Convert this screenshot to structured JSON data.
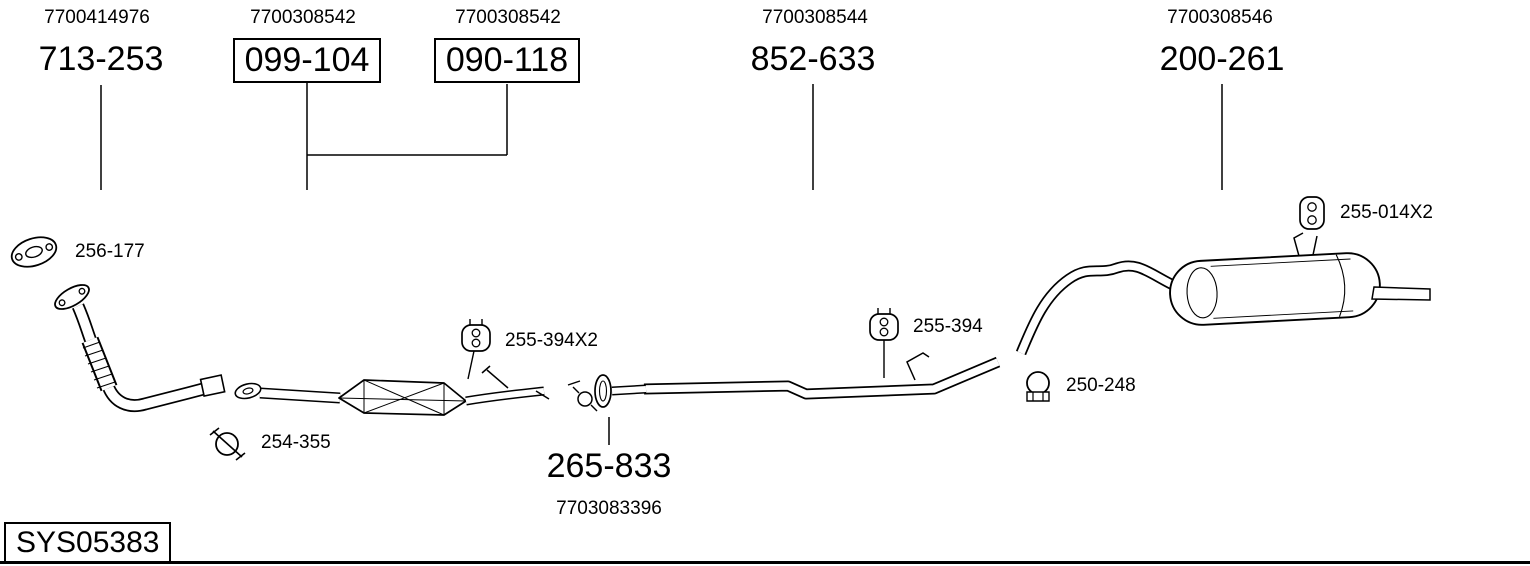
{
  "system_code": "SYS05383",
  "columns": [
    {
      "oem": "7700414976",
      "part": "713-253",
      "boxed": false
    },
    {
      "oem": "7700308542",
      "part": "099-104",
      "boxed": true
    },
    {
      "oem": "7700308542",
      "part": "090-118",
      "boxed": true
    },
    {
      "oem": "7700308544",
      "part": "852-633",
      "boxed": false
    },
    {
      "oem": "7700308546",
      "part": "200-261",
      "boxed": false
    }
  ],
  "callouts": {
    "gasket": "256-177",
    "clamp_front": "254-355",
    "hanger_mid": "255-394X2",
    "bracket": "265-833",
    "bracket_oem": "7703083396",
    "hanger_rear": "255-394",
    "clamp_rear": "250-248",
    "hanger_muffler": "255-014X2"
  },
  "colors": {
    "line": "#000000",
    "background": "#ffffff"
  }
}
